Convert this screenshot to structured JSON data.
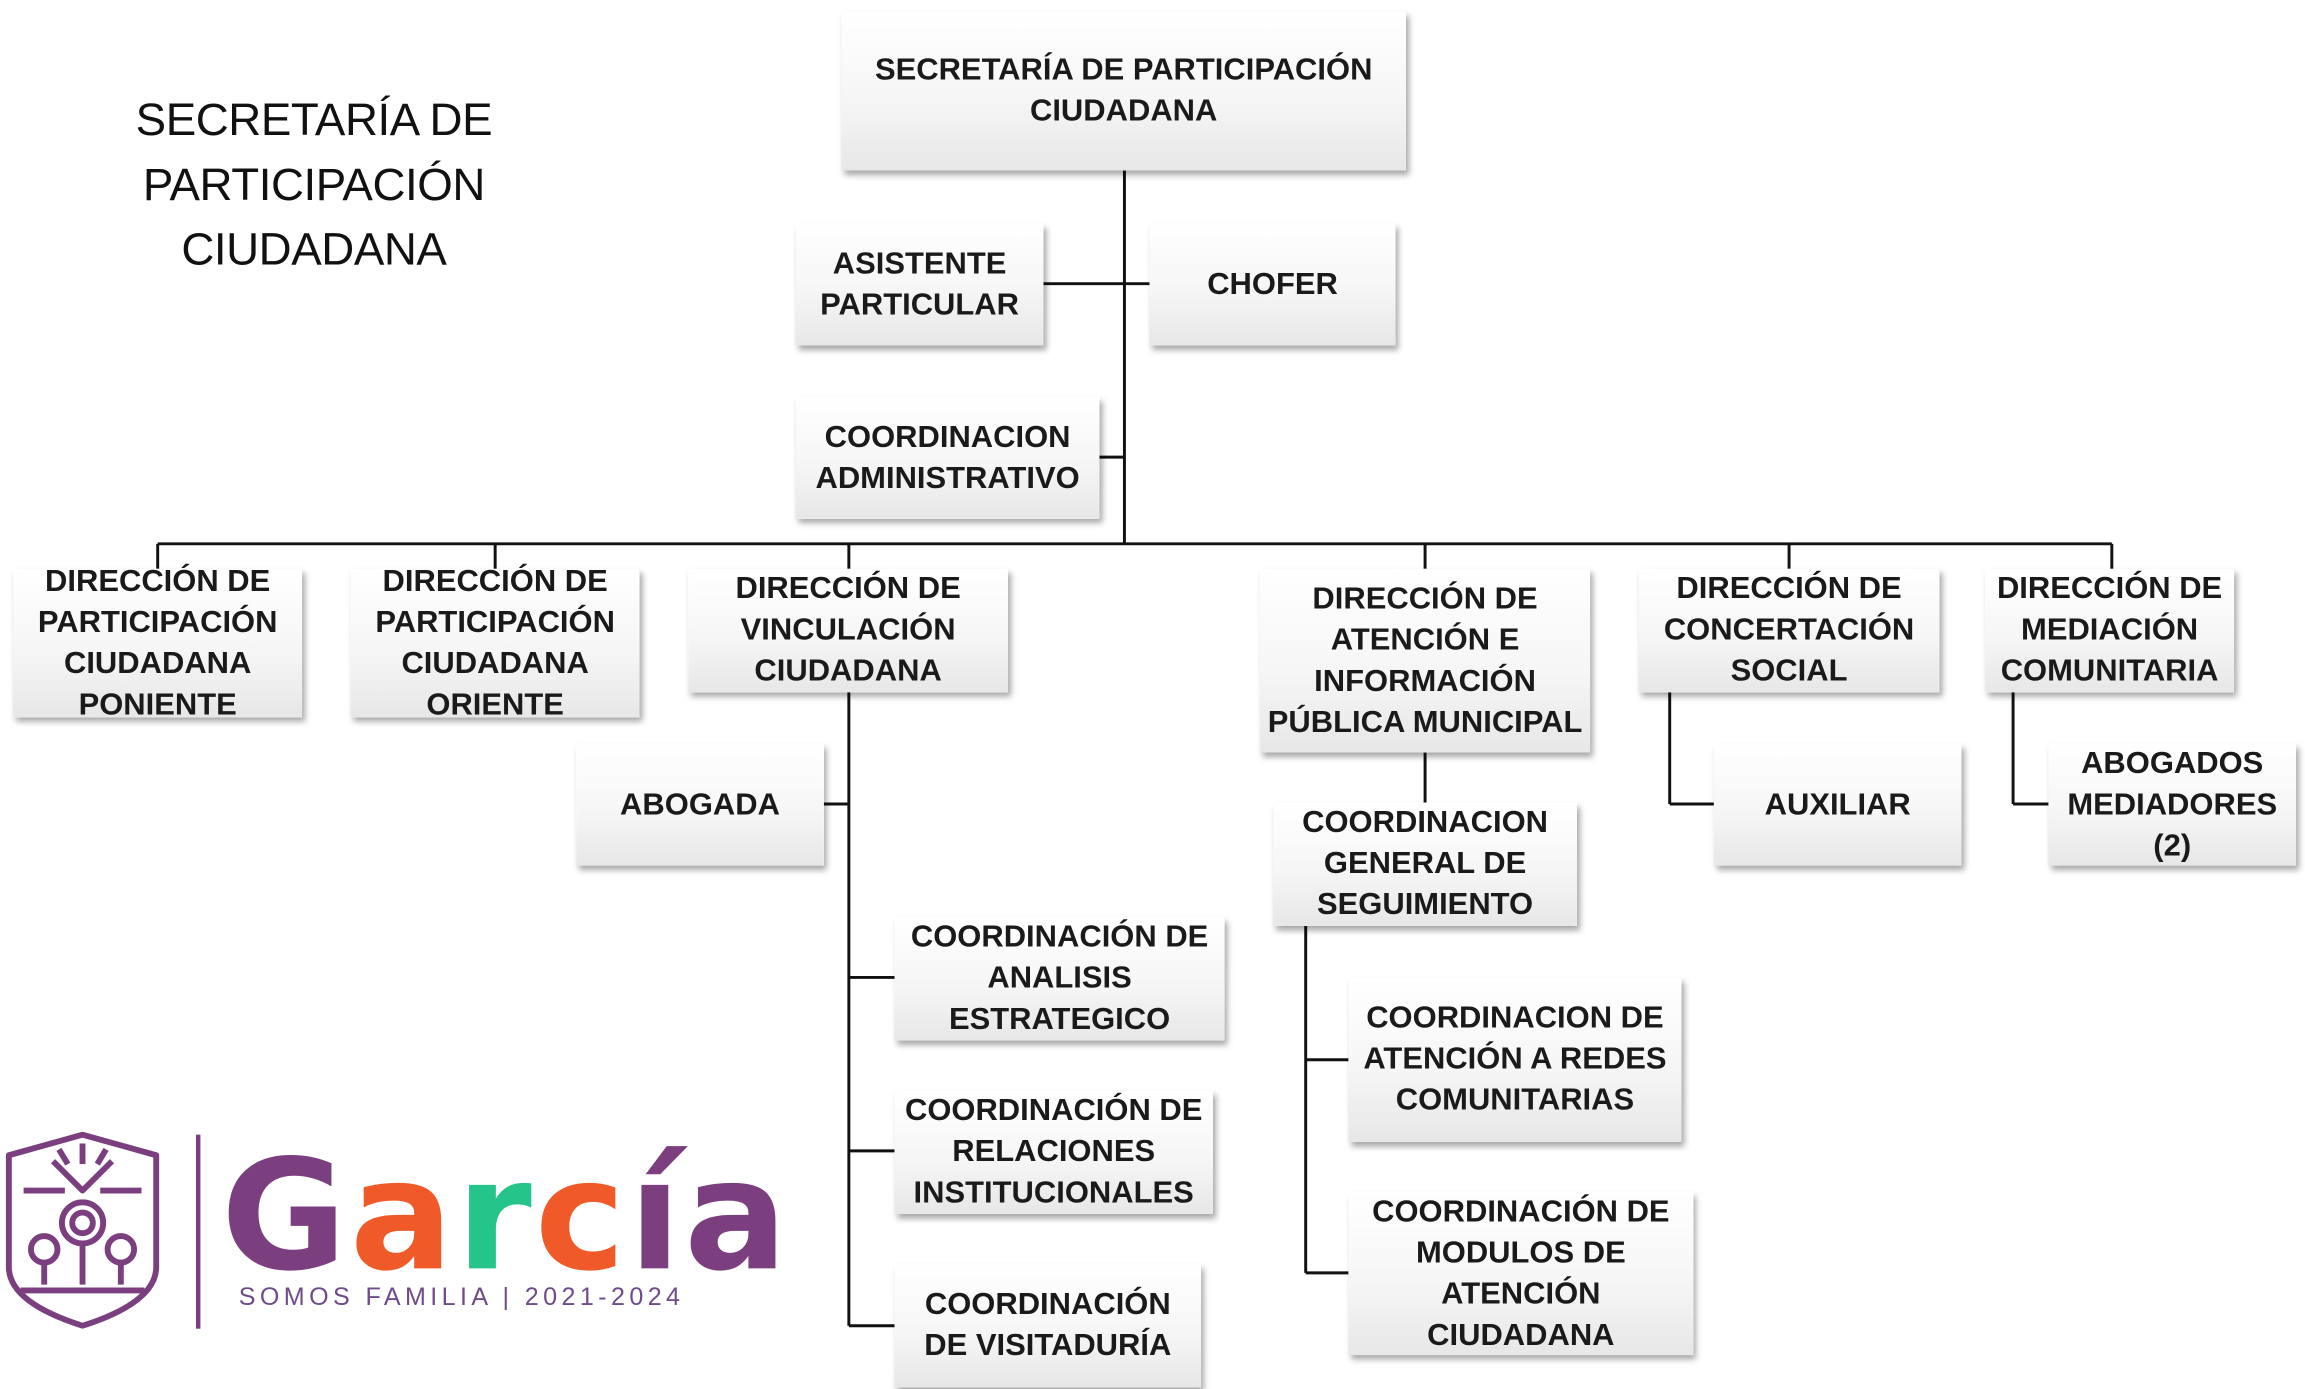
{
  "title": "SECRETARÍA DE\nPARTICIPACIÓN CIUDADANA",
  "colors": {
    "line": "#111111",
    "logo_purple": "#7b3f7f",
    "logo_orange": "#f05a28",
    "logo_green": "#25c48a",
    "logo_pink": "#e8337f"
  },
  "org": {
    "secretaria": "SECRETARÍA DE PARTICIPACIÓN\nCIUDADANA",
    "asistente": "ASISTENTE\nPARTICULAR",
    "chofer": "CHOFER",
    "coord_admin": "COORDINACION\nADMINISTRATIVO",
    "dir_poniente": "DIRECCIÓN DE\nPARTICIPACIÓN\nCIUDADANA\nPONIENTE",
    "dir_oriente": "DIRECCIÓN DE\nPARTICIPACIÓN\nCIUDADANA\nORIENTE",
    "dir_vinculacion": "DIRECCIÓN DE\nVINCULACIÓN\nCIUDADANA",
    "abogada": "ABOGADA",
    "coord_analisis": "COORDINACIÓN DE\nANALISIS\nESTRATEGICO",
    "coord_relaciones": "COORDINACIÓN DE\nRELACIONES\nINSTITUCIONALES",
    "coord_visitaduria": "COORDINACIÓN\nDE VISITADURÍA",
    "dir_atencion": "DIRECCIÓN DE\nATENCIÓN E\nINFORMACIÓN\nPÚBLICA MUNICIPAL",
    "coord_seguimiento": "COORDINACION\nGENERAL DE\nSEGUIMIENTO",
    "coord_redes": "COORDINACION DE\nATENCIÓN A REDES\nCOMUNITARIAS",
    "coord_modulos": "COORDINACIÓN DE\nMODULOS DE\nATENCIÓN\nCIUDADANA",
    "dir_concertacion": "DIRECCIÓN DE\nCONCERTACIÓN\nSOCIAL",
    "auxiliar": "AUXILIAR",
    "dir_mediacion": "DIRECCIÓN DE\nMEDIACIÓN\nCOMUNITARIA",
    "abogados_mediadores": "ABOGADOS\nMEDIADORES\n(2)"
  },
  "logo": {
    "letters": [
      "G",
      "a",
      "r",
      "c",
      "í",
      "a"
    ],
    "letter_colors": [
      "#7b3f7f",
      "#f05a28",
      "#25c48a",
      "#f05a28",
      "#7b3f7f",
      "#7b3f7f"
    ],
    "tagline": "SOMOS FAMILIA | 2021-2024"
  }
}
